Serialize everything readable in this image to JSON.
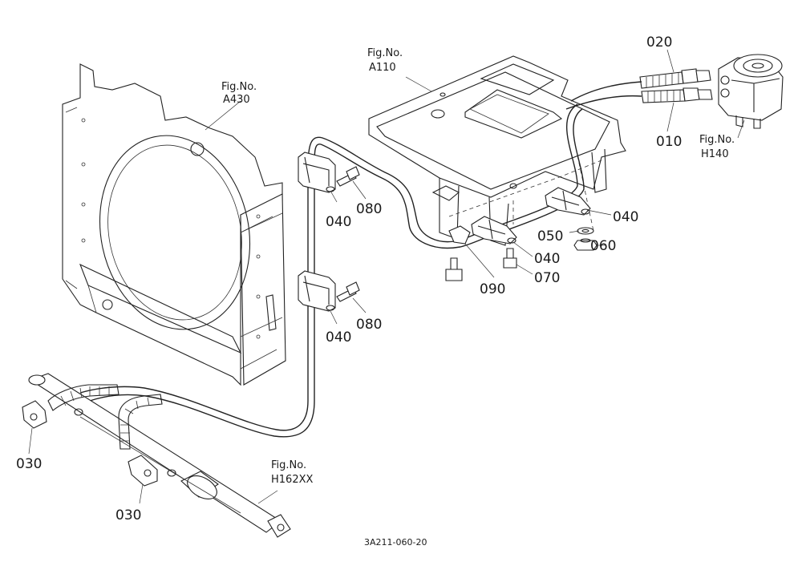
{
  "figure_refs": {
    "a430": {
      "title": "Fig.No.",
      "code": "A430"
    },
    "a110": {
      "title": "Fig.No.",
      "code": "A110"
    },
    "h140": {
      "title": "Fig.No.",
      "code": "H140"
    },
    "h162xx": {
      "title": "Fig.No.",
      "code": "H162XX"
    }
  },
  "callouts": {
    "p020": "020",
    "p010": "010",
    "p040_upper_right": "040",
    "p050": "050",
    "p060": "060",
    "p040_mid": "040",
    "p070": "070",
    "p090": "090",
    "p040_upper_left": "040",
    "p080_upper": "080",
    "p040_lower_left": "040",
    "p080_lower": "080",
    "p030_left": "030",
    "p030_bottom": "030"
  },
  "drawing_code": "3A211-060-20"
}
